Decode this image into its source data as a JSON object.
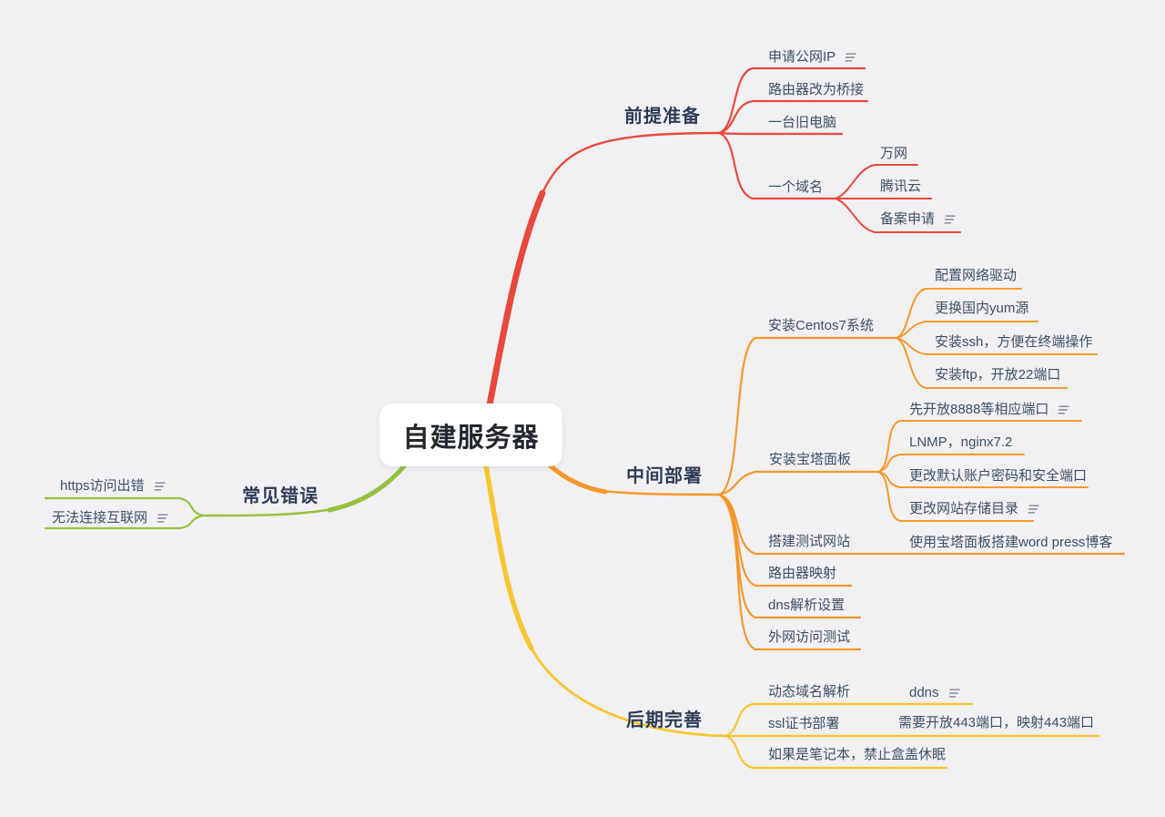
{
  "root": {
    "label": "自建服务器"
  },
  "palette": {
    "background": "#f1f1f4",
    "branch_prep": "#e8493c",
    "branch_deploy": "#f7982b",
    "branch_errors": "#96c13e",
    "branch_later": "#f7c531",
    "topic_text": "#3d4e66",
    "main_text": "#2d3c55",
    "note_icon": "#8e97a6"
  },
  "icons": {
    "note": "notes-indicator"
  },
  "branches": [
    {
      "label": "前提准备",
      "children": [
        {
          "label": "申请公网IP",
          "has_note": true
        },
        {
          "label": "路由器改为桥接"
        },
        {
          "label": "一台旧电脑"
        },
        {
          "label": "一个域名",
          "children": [
            {
              "label": "万网"
            },
            {
              "label": "腾讯云"
            },
            {
              "label": "备案申请",
              "has_note": true
            }
          ]
        }
      ]
    },
    {
      "label": "中间部署",
      "children": [
        {
          "label": "安装Centos7系统",
          "children": [
            {
              "label": "配置网络驱动"
            },
            {
              "label": "更换国内yum源"
            },
            {
              "label": "安装ssh，方便在终端操作"
            },
            {
              "label": "安装ftp，开放22端口"
            }
          ]
        },
        {
          "label": "安装宝塔面板",
          "children": [
            {
              "label": "先开放8888等相应端口",
              "has_note": true
            },
            {
              "label": "LNMP，nginx7.2"
            },
            {
              "label": "更改默认账户密码和安全端口"
            },
            {
              "label": "更改网站存储目录",
              "has_note": true
            }
          ]
        },
        {
          "label": "搭建测试网站",
          "children": [
            {
              "label": "使用宝塔面板搭建word press博客"
            }
          ]
        },
        {
          "label": "路由器映射"
        },
        {
          "label": "dns解析设置"
        },
        {
          "label": "外网访问测试"
        }
      ]
    },
    {
      "label": "常见错误",
      "children": [
        {
          "label": "https访问出错",
          "has_note": true
        },
        {
          "label": "无法连接互联网",
          "has_note": true
        }
      ]
    },
    {
      "label": "后期完善",
      "children": [
        {
          "label": "动态域名解析",
          "children": [
            {
              "label": "ddns",
              "has_note": true
            }
          ]
        },
        {
          "label": "ssl证书部署",
          "children": [
            {
              "label": "需要开放443端口，映射443端口"
            }
          ]
        },
        {
          "label": "如果是笔记本，禁止盒盖休眠"
        }
      ]
    }
  ]
}
